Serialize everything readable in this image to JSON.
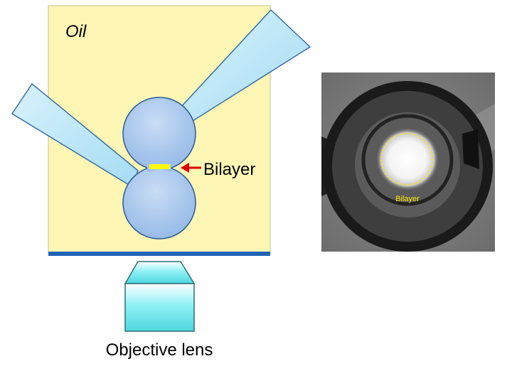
{
  "labels": {
    "oil": "Oil",
    "bilayer": "Bilayer",
    "objective": "Objective lens",
    "micrograph_bilayer": "Bilayer"
  },
  "colors": {
    "oil": "#fdf6b4",
    "oil_border": "#c8c28a",
    "substrate": "#1f63b5",
    "droplet": "#a8c8ee",
    "droplet_border": "#2a5a94",
    "pipette": "#bfe7f9",
    "pipette_border": "#3a6fa8",
    "bilayer": "#ffff00",
    "arrow": "#e00000",
    "lens": "#6fe0e8",
    "lens_border": "#2b6f78",
    "micrograph_circle": "#ffe800"
  }
}
